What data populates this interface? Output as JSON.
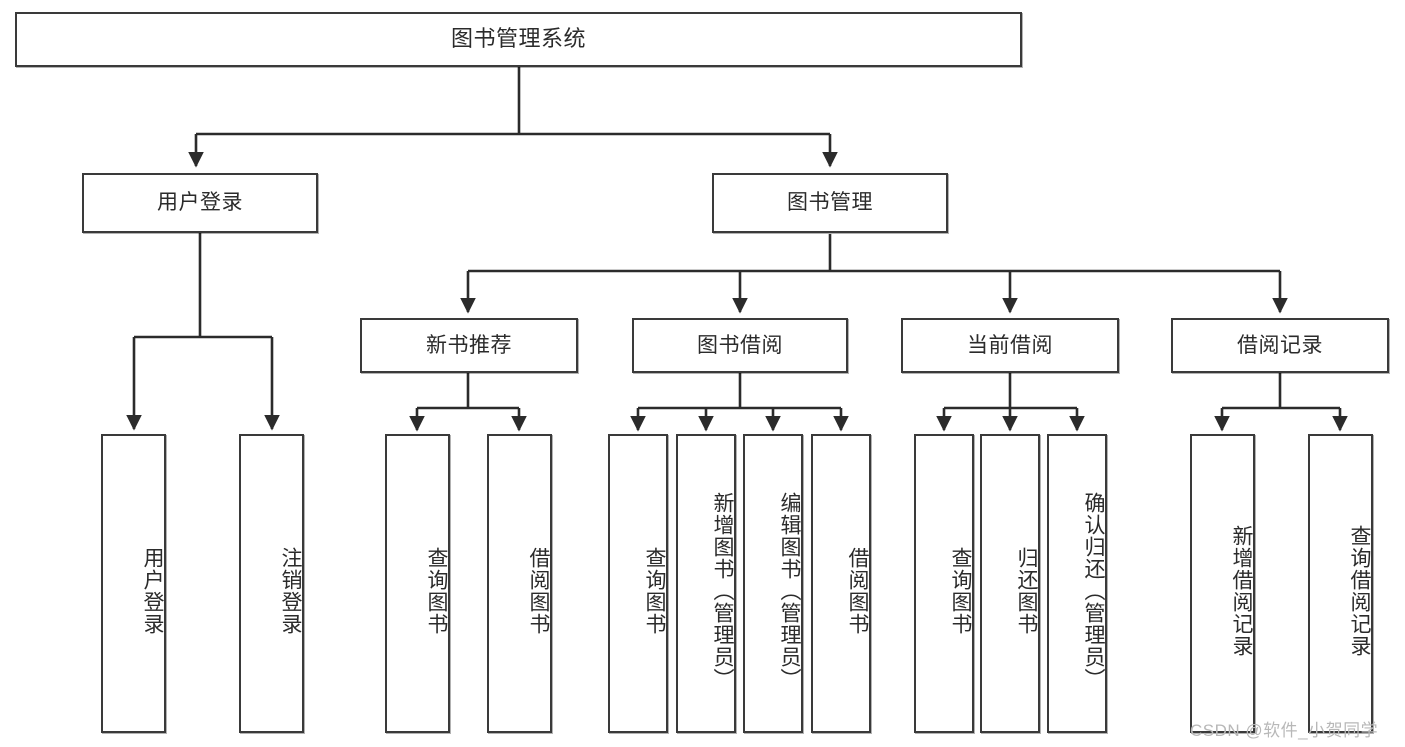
{
  "diagram": {
    "type": "tree-hierarchy",
    "title": "图书管理系统",
    "watermark": "CSDN @软件_小贺同学",
    "colors": {
      "box_border": "#3a3a3a",
      "box_fill": "#ffffff",
      "connector": "#2b2b2b",
      "text": "#2b2b2b",
      "watermark": "#b8b8b8"
    },
    "levels": {
      "root": {
        "label": "图书管理系统"
      },
      "level2": [
        {
          "label": "用户登录"
        },
        {
          "label": "图书管理"
        }
      ],
      "level3": [
        {
          "label": "新书推荐"
        },
        {
          "label": "图书借阅"
        },
        {
          "label": "当前借阅"
        },
        {
          "label": "借阅记录"
        }
      ],
      "leaves_user_login": [
        {
          "label": "用户登录"
        },
        {
          "label": "注销登录"
        }
      ],
      "leaves_new_books": [
        {
          "label": "查询图书"
        },
        {
          "label": "借阅图书"
        }
      ],
      "leaves_borrow": [
        {
          "label": "查询图书"
        },
        {
          "label": "新增图书（管理员）"
        },
        {
          "label": "编辑图书（管理员）"
        },
        {
          "label": "借阅图书"
        }
      ],
      "leaves_current": [
        {
          "label": "查询图书"
        },
        {
          "label": "归还图书"
        },
        {
          "label": "确认归还（管理员）"
        }
      ],
      "leaves_records": [
        {
          "label": "新增借阅记录"
        },
        {
          "label": "查询借阅记录"
        }
      ]
    }
  }
}
